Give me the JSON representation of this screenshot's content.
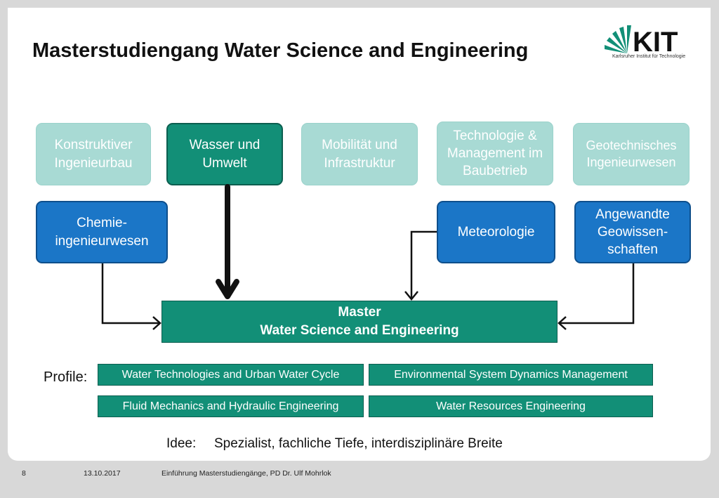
{
  "title": "Masterstudiengang Water Science and Engineering",
  "logo": {
    "text": "KIT",
    "subtitle": "Karlsruher Institut für Technologie"
  },
  "top_boxes": [
    {
      "label": "Konstruktiver Ingenieurbau"
    },
    {
      "label": "Wasser und Umwelt"
    },
    {
      "label": "Mobilität und Infrastruktur"
    },
    {
      "label": "Technologie & Management im Baubetrieb"
    },
    {
      "label": "Geotechnisches Ingenieurwesen"
    }
  ],
  "feeder_boxes": [
    {
      "label": "Chemie-ingenieurwesen"
    },
    {
      "label": "Meteorologie"
    },
    {
      "label": "Angewandte Geowissen-schaften"
    }
  ],
  "master": {
    "line1": "Master",
    "line2": "Water Science and Engineering"
  },
  "profiles": {
    "label": "Profile:",
    "items": [
      "Water Technologies and Urban Water Cycle",
      "Environmental System Dynamics Management",
      "Fluid Mechanics and Hydraulic Engineering",
      "Water Resources Engineering"
    ]
  },
  "idee": {
    "label": "Idee:",
    "text": "Spezialist, fachliche Tiefe, interdisziplinäre Breite"
  },
  "footer": {
    "page": "8",
    "date": "13.10.2017",
    "course": "Einführung Masterstudiengänge,  PD Dr. Ulf Mohrlok"
  },
  "colors": {
    "teal": "#128f77",
    "light_teal": "#a8dad4",
    "blue": "#1b76c7"
  }
}
